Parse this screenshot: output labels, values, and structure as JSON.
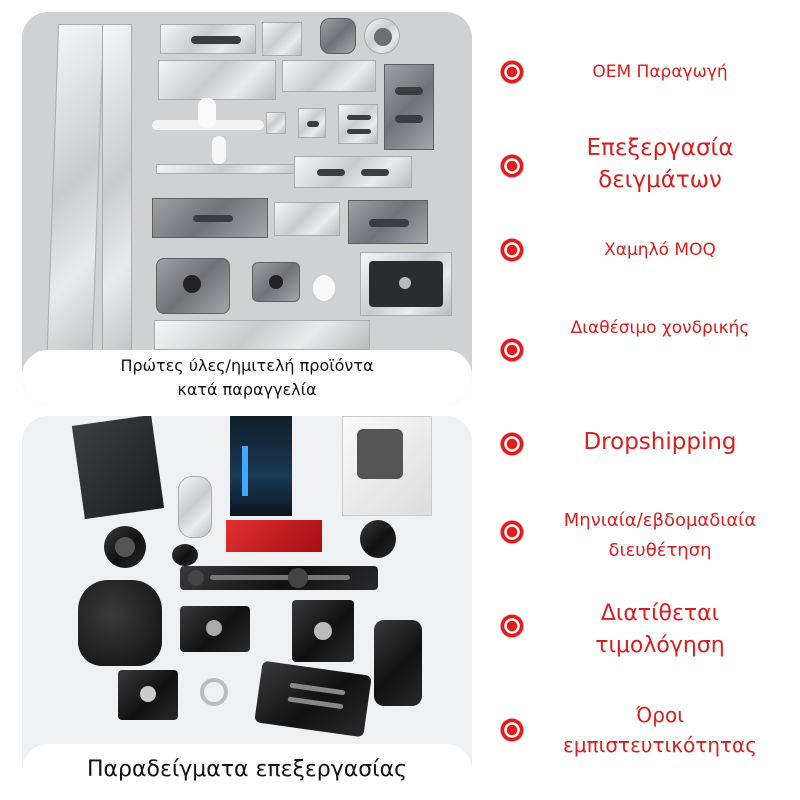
{
  "panels": {
    "top_caption_line1": "Πρώτες ύλες/ημιτελή προϊόντα",
    "top_caption_line2": "κατά παραγγελία",
    "bottom_caption": "Παραδείγματα επεξεργασίας"
  },
  "features": [
    {
      "label": "OEM Παραγωγή"
    },
    {
      "label": "Επεξεργασία δειγμάτων"
    },
    {
      "label": "Χαμηλό MOQ"
    },
    {
      "label": "Διαθέσιμο χονδρικής"
    },
    {
      "label": "Dropshipping"
    },
    {
      "label": "Μηνιαία/εβδομαδιαία διευθέτηση"
    },
    {
      "label": "Διατίθεται τιμολόγηση"
    },
    {
      "label": "Όροι εμπιστευτικότητας"
    }
  ],
  "colors": {
    "accent_red": "#d81e1e",
    "bullet_icon": "target-dot-icon"
  }
}
